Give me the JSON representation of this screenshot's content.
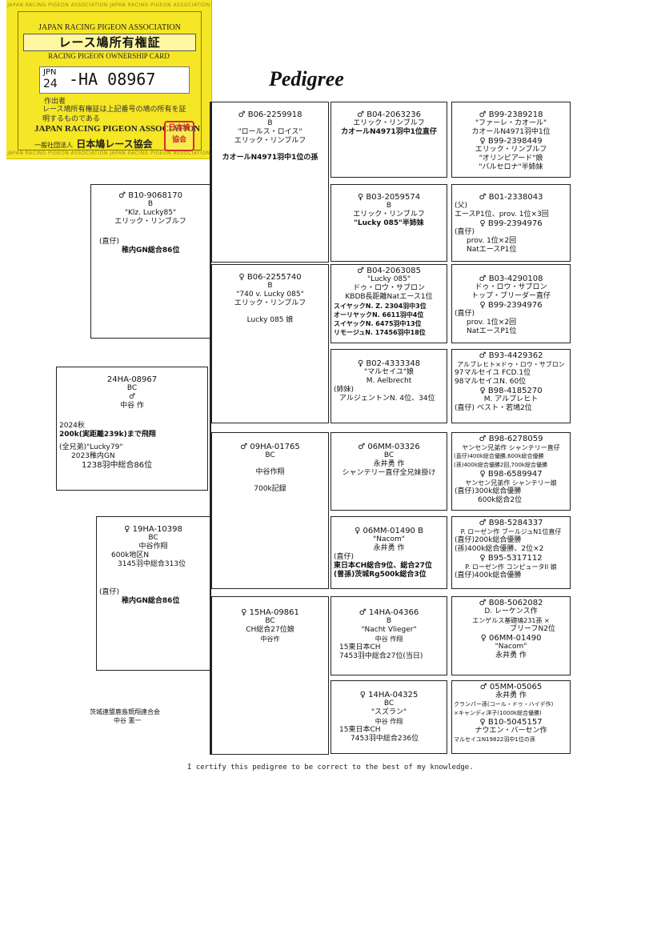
{
  "card": {
    "edge_text": "JAPAN RACING PIGEON ASSOCIATION JAPAN RACING PIGEON ASSOCIATION",
    "org_en": "JAPAN RACING PIGEON ASSOCIATION",
    "title_jp": "レース鳩所有権証",
    "title_en": "RACING PIGEON OWNERSHIP CARD",
    "ring_country": "JPN",
    "ring_year": "24",
    "ring_number": "-HA 08967",
    "author_label": "作出者",
    "note": "レース鳩所有権証は上記番号の鳩の所有を証明するものである",
    "org_en2": "JAPAN RACING PIGEON ASSOCIATION",
    "org_jp_prefix": "一般社団法人",
    "org_jp": "日本鳩レース協会",
    "seal": "日本鳩協会"
  },
  "heading": "Pedigree",
  "subject": {
    "ring": "24HA-08967",
    "color": "BC",
    "sex": "♂",
    "breeder": "中谷 作",
    "notes": [
      "2024秋",
      "200k(実距離239k)まで飛翔",
      "(全兄弟)\"Lucky79\"",
      "2023稚内GN",
      "1238羽中総合86位"
    ]
  },
  "sire": {
    "ring": "♂ B10-9068170",
    "color": "B",
    "name": "\"Klz. Lucky85\"",
    "breeder": "エリック・リンブルフ",
    "notes": [
      "(直仔)",
      "稚内GN総合86位"
    ]
  },
  "dam": {
    "ring": "♀ 19HA-10398",
    "color": "BC",
    "breeder": "中谷作翔",
    "notes": [
      "600k地区N",
      "3145羽中総合313位",
      "(直仔)",
      "稚内GN総合86位"
    ]
  },
  "gen2": [
    {
      "ring": "♂ B06-2259918",
      "color": "B",
      "name": "\"ロールス・ロイス\"",
      "breeder": "エリック・リンブルフ",
      "notes": [
        "カオールN4971羽中1位の孫"
      ]
    },
    {
      "ring": "♀ B06-2255740",
      "color": "B",
      "name": "\"740 v. Lucky 085\"",
      "breeder": "エリック・リンブルフ",
      "notes": [
        "Lucky 085 娘"
      ]
    },
    {
      "ring": "♂ 09HA-01765",
      "color": "BC",
      "name": "",
      "breeder": "中谷作翔",
      "notes": [
        "700k記録"
      ]
    },
    {
      "ring": "♀ 15HA-09861",
      "color": "BC",
      "name": "",
      "breeder": "CH総合27位娘",
      "notes": [
        "中谷作"
      ]
    }
  ],
  "gen3": [
    {
      "ring": "♂ B04-2063236",
      "lines": [
        "エリック・リンブルフ",
        "",
        "カオールN4971羽中1位直仔"
      ]
    },
    {
      "ring": "♀ B03-2059574",
      "lines": [
        "B",
        "エリック・リンブルフ",
        "",
        "\"Lucky 085\"半姉妹"
      ]
    },
    {
      "ring": "♂ B04-2063085",
      "lines": [
        "\"Lucky 085\"",
        "ドゥ・ロウ・サブロン",
        "KBDB長距離Natエース1位",
        "スイヤックN. Z. 2304羽中3位",
        "オーリヤックN. 6611羽中4位",
        "スイヤックN. 6475羽中13位",
        "リモージュN. 17456羽中18位"
      ]
    },
    {
      "ring": "♀ B02-4333348",
      "lines": [
        "\"マルセイユ\"娘",
        "M. Aelbrecht",
        "(姉妹)",
        "アルジェントンN. 4位、34位"
      ]
    },
    {
      "ring": "♂ 06MM-03326",
      "lines": [
        "BC",
        "",
        "永井勇 作",
        "シャンテリー直仔全兄妹掛け"
      ]
    },
    {
      "ring": "♀ 06MM-01490 B",
      "lines": [
        "\"Nacom\"",
        "永井勇 作",
        "(直仔)",
        "東日本CH総合9位、総合27位",
        "(曾孫)茨城Rg500k総合3位"
      ]
    },
    {
      "ring": "♂ 14HA-04366",
      "lines": [
        "B",
        "",
        "\"Nacht Vlieger\"",
        "中谷 作翔",
        "15東日本CH",
        "7453羽中総合27位(当日)"
      ]
    },
    {
      "ring": "♀ 14HA-04325",
      "lines": [
        "BC",
        "\"スズラン\"",
        "中谷 作翔",
        "15東日本CH",
        "7453羽中総合236位"
      ]
    }
  ],
  "gen4": [
    {
      "lines": [
        "♂ B99-2389218",
        "\"ファーレ・カオール\"",
        "カオールN4971羽中1位",
        "♀ B99-2398449",
        "エリック・リンブルフ",
        "\"オリンピアード\"娘",
        "\"バルセロナ\"半姉妹"
      ]
    },
    {
      "lines": [
        "♂ B01-2338043",
        "(父)",
        "エースP1位、prov. 1位×3回",
        "♀ B99-2394976",
        "(直仔)",
        "prov. 1位×2回",
        "NatエースP1位"
      ]
    },
    {
      "lines": [
        "♂ B03-4290108",
        "ドゥ・ロウ・サブロン",
        "トップ・ブリーダー直仔",
        "♀ B99-2394976",
        "(直仔)",
        "prov. 1位×2回",
        "NatエースP1位"
      ]
    },
    {
      "lines": [
        "♂ B93-4429362",
        "アルブレヒト×ドゥ・ロウ・サブロン",
        "97マルセイユ FCD.1位",
        "98マルセイユN. 60位",
        "♀ B98-4185270",
        "M. アルブレヒト",
        "(直仔) ベスト・若鳩2位"
      ]
    },
    {
      "lines": [
        "♂ B98-6278059",
        "ヤンセン兄弟作 シャンテリー直仔",
        "(直仔)400k総合優勝,600k総合優勝",
        "(孫)400k総合優勝2回,700k総合優勝",
        "♀ B98-6589947",
        "ヤンセン兄弟作 シャンテリー娘",
        "(直仔)300k総合優勝",
        "600k総合2位"
      ]
    },
    {
      "lines": [
        "♂ B98-5284337",
        "P. ローゼン作 ブールジュN1位直仔",
        "(直仔)200k総合優勝",
        "(孫)400k総合優勝、2位×2",
        "♀ B95-5317112",
        "P. ローゼン作 コンピュータII 娘",
        "(直仔)400k総合優勝"
      ]
    },
    {
      "lines": [
        "♂ B08-5062082",
        "D. レーケンス作",
        "エンゲルス基礎鳩231孫 ×",
        "ブリーフN2位",
        "♀ 06MM-01490",
        "\"Nacom\"",
        "永井勇 作"
      ]
    },
    {
      "lines": [
        "♂ 05MM-05065",
        "永井勇 作",
        "クランパー孫(コール・ドゥ・ハイデ作)",
        "×キャンディ洋子(1000k総合優勝)",
        "♀ B10-5045157",
        "ナウエン・バーセン作",
        "マルセイユN19822羽中1位の孫"
      ]
    }
  ],
  "footer": "I certify this pedigree to be correct to the best of my knowledge.",
  "breeder_org": [
    "茨城連盟鹿島競翔連合会",
    "中谷 憲一"
  ]
}
